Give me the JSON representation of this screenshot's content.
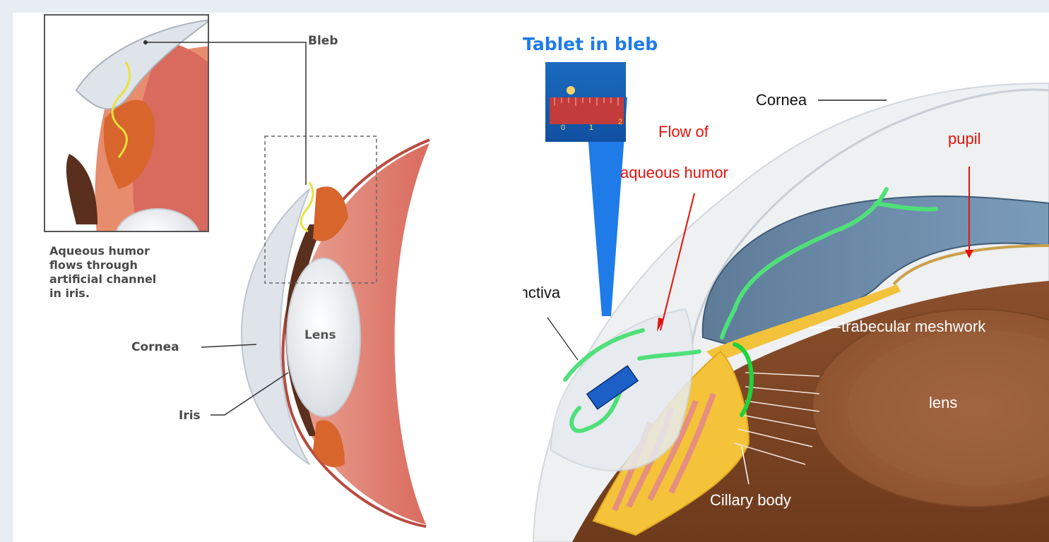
{
  "left_figure": {
    "bleb_label": "Bleb",
    "caption_lines": [
      "Aqueous humor",
      "flows through",
      "artificial channel",
      "in iris."
    ],
    "cornea_label": "Cornea",
    "iris_label": "Iris",
    "lens_label": "Lens"
  },
  "right_figure": {
    "tablet_title": "Tablet in bleb",
    "ruler_ticks": [
      "0",
      "1",
      "2"
    ],
    "cornea_label": "Cornea",
    "flow_label_line1": "Flow of",
    "flow_label_line2": "aqueous humor",
    "pupil_label": "pupil",
    "conjunctiva_label": "conjunctiva",
    "trabecular_label": "trabecular meshwork",
    "lens_label": "lens",
    "ciliary_label": "Cillary body"
  },
  "colors": {
    "background": "#e8edf3",
    "label_red": "#e3120b",
    "tablet_blue": "#1f7be8",
    "flow_green": "#4fe07a"
  }
}
